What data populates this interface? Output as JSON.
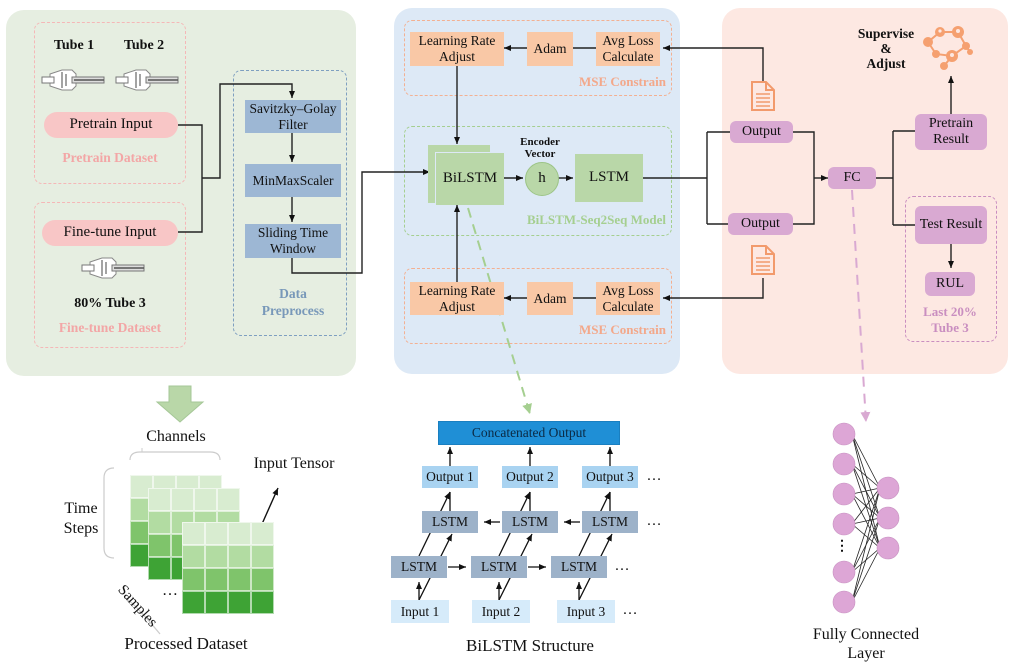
{
  "colors": {
    "panel_green": "#e6eee1",
    "panel_blue": "#dde9f6",
    "panel_pink": "#fde8e2",
    "pink_box": "#f8c6c6",
    "pink_text": "#f3a6a6",
    "preprocess_box": "#9db7d4",
    "preprocess_text": "#7898b9",
    "orange_box": "#f9c8a6",
    "orange_text": "#f3a88a",
    "green_box": "#b9d7a8",
    "green_text": "#a5cf90",
    "purple_box": "#d9a9d2",
    "purple_text": "#c98ec0",
    "concat_blue": "#1f8fd6",
    "output_blue": "#a9d3f1",
    "lstm_gray": "#9db2c9",
    "input_blue": "#d6ebfa",
    "fc_node": "#dda6d6"
  },
  "pretrain_group": {
    "tube1": "Tube 1",
    "tube2": "Tube 2",
    "input": "Pretrain Input",
    "caption": "Pretrain Dataset"
  },
  "finetune_group": {
    "input": "Fine-tune Input",
    "tube3": "80% Tube 3",
    "caption": "Fine-tune Dataset"
  },
  "preprocess": {
    "steps": [
      "Savitzky–Golay Filter",
      "MinMaxScaler",
      "Sliding Time Window"
    ],
    "caption_line1": "Data",
    "caption_line2": "Preprocess"
  },
  "mse_top": {
    "lr": "Learning Rate Adjust",
    "adam": "Adam",
    "loss": "Avg Loss Calculate",
    "caption": "MSE Constrain"
  },
  "mse_bottom": {
    "lr": "Learning Rate Adjust",
    "adam": "Adam",
    "loss": "Avg Loss Calculate",
    "caption": "MSE Constrain"
  },
  "seq2seq": {
    "bilstm": "BiLSTM",
    "encoder_line1": "Encoder",
    "encoder_line2": "Vector",
    "h": "h",
    "lstm": "LSTM",
    "caption": "BiLSTM-Seq2Seq Model"
  },
  "outputs": {
    "top": "Output",
    "bottom": "Output",
    "fc": "FC"
  },
  "results": {
    "supervise_line1": "Supervise",
    "supervise_line2": "&",
    "supervise_line3": "Adjust",
    "pretrain": "Pretrain Result",
    "test": "Test Result",
    "rul": "RUL",
    "caption_line1": "Last 20%",
    "caption_line2": "Tube 3"
  },
  "tensor": {
    "channels": "Channels",
    "time_steps_line1": "Time",
    "time_steps_line2": "Steps",
    "samples": "Samples",
    "input_tensor": "Input Tensor",
    "ellipsis": "…",
    "title": "Processed Dataset"
  },
  "bilstm_structure": {
    "concat": "Concatenated Output",
    "outputs": [
      "Output 1",
      "Output 2",
      "Output 3"
    ],
    "backward": [
      "LSTM",
      "LSTM",
      "LSTM"
    ],
    "forward": [
      "LSTM",
      "LSTM",
      "LSTM"
    ],
    "inputs": [
      "Input 1",
      "Input 2",
      "Input 3"
    ],
    "ellipsis": "…",
    "title": "BiLSTM Structure"
  },
  "fc_layer": {
    "title_line1": "Fully Connected",
    "title_line2": "Layer",
    "ellipsis": "⋮"
  },
  "icons": {
    "tube": "tube-icon",
    "document": "document-icon",
    "network": "network-icon",
    "down_arrow": "down-arrow-icon"
  }
}
